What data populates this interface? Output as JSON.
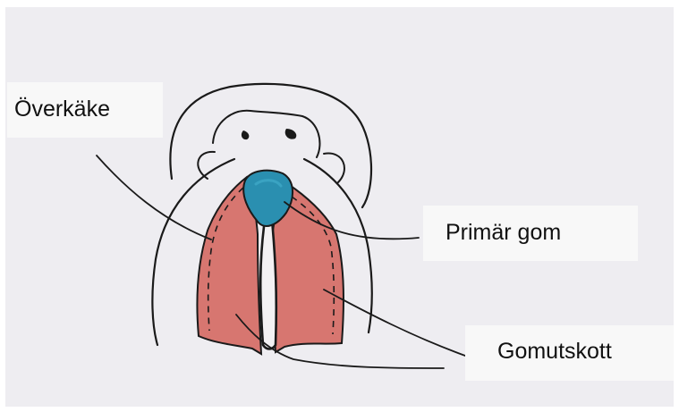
{
  "labels": {
    "overkake": "Överkäke",
    "primar_gom": "Primär gom",
    "gomutskott": "Gomutskott"
  },
  "colors": {
    "background": "#eeedf1",
    "ink": "#1a1a1a",
    "maxilla_fill": "#d77670",
    "primary_palate_fill": "#2a8fb0",
    "label_box": "#f8f8f8"
  }
}
